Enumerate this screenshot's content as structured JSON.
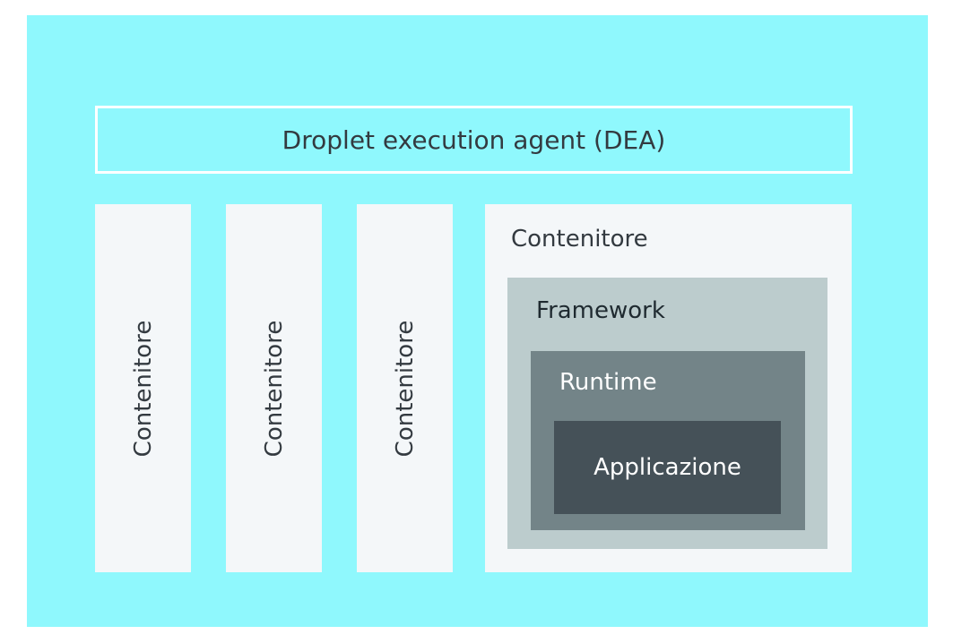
{
  "colors": {
    "background": "#8ff8fd",
    "dea_border": "#ffffff",
    "container_fill": "#f4f7f9",
    "framework_fill": "#bccccd",
    "runtime_fill": "#738488",
    "application_fill": "#455158"
  },
  "dea": {
    "label": "Droplet execution agent (DEA)"
  },
  "containers": [
    {
      "label": "Contenitore"
    },
    {
      "label": "Contenitore"
    },
    {
      "label": "Contenitore"
    }
  ],
  "main_container": {
    "label": "Contenitore",
    "framework": {
      "label": "Framework",
      "runtime": {
        "label": "Runtime",
        "application": {
          "label": "Applicazione"
        }
      }
    }
  }
}
